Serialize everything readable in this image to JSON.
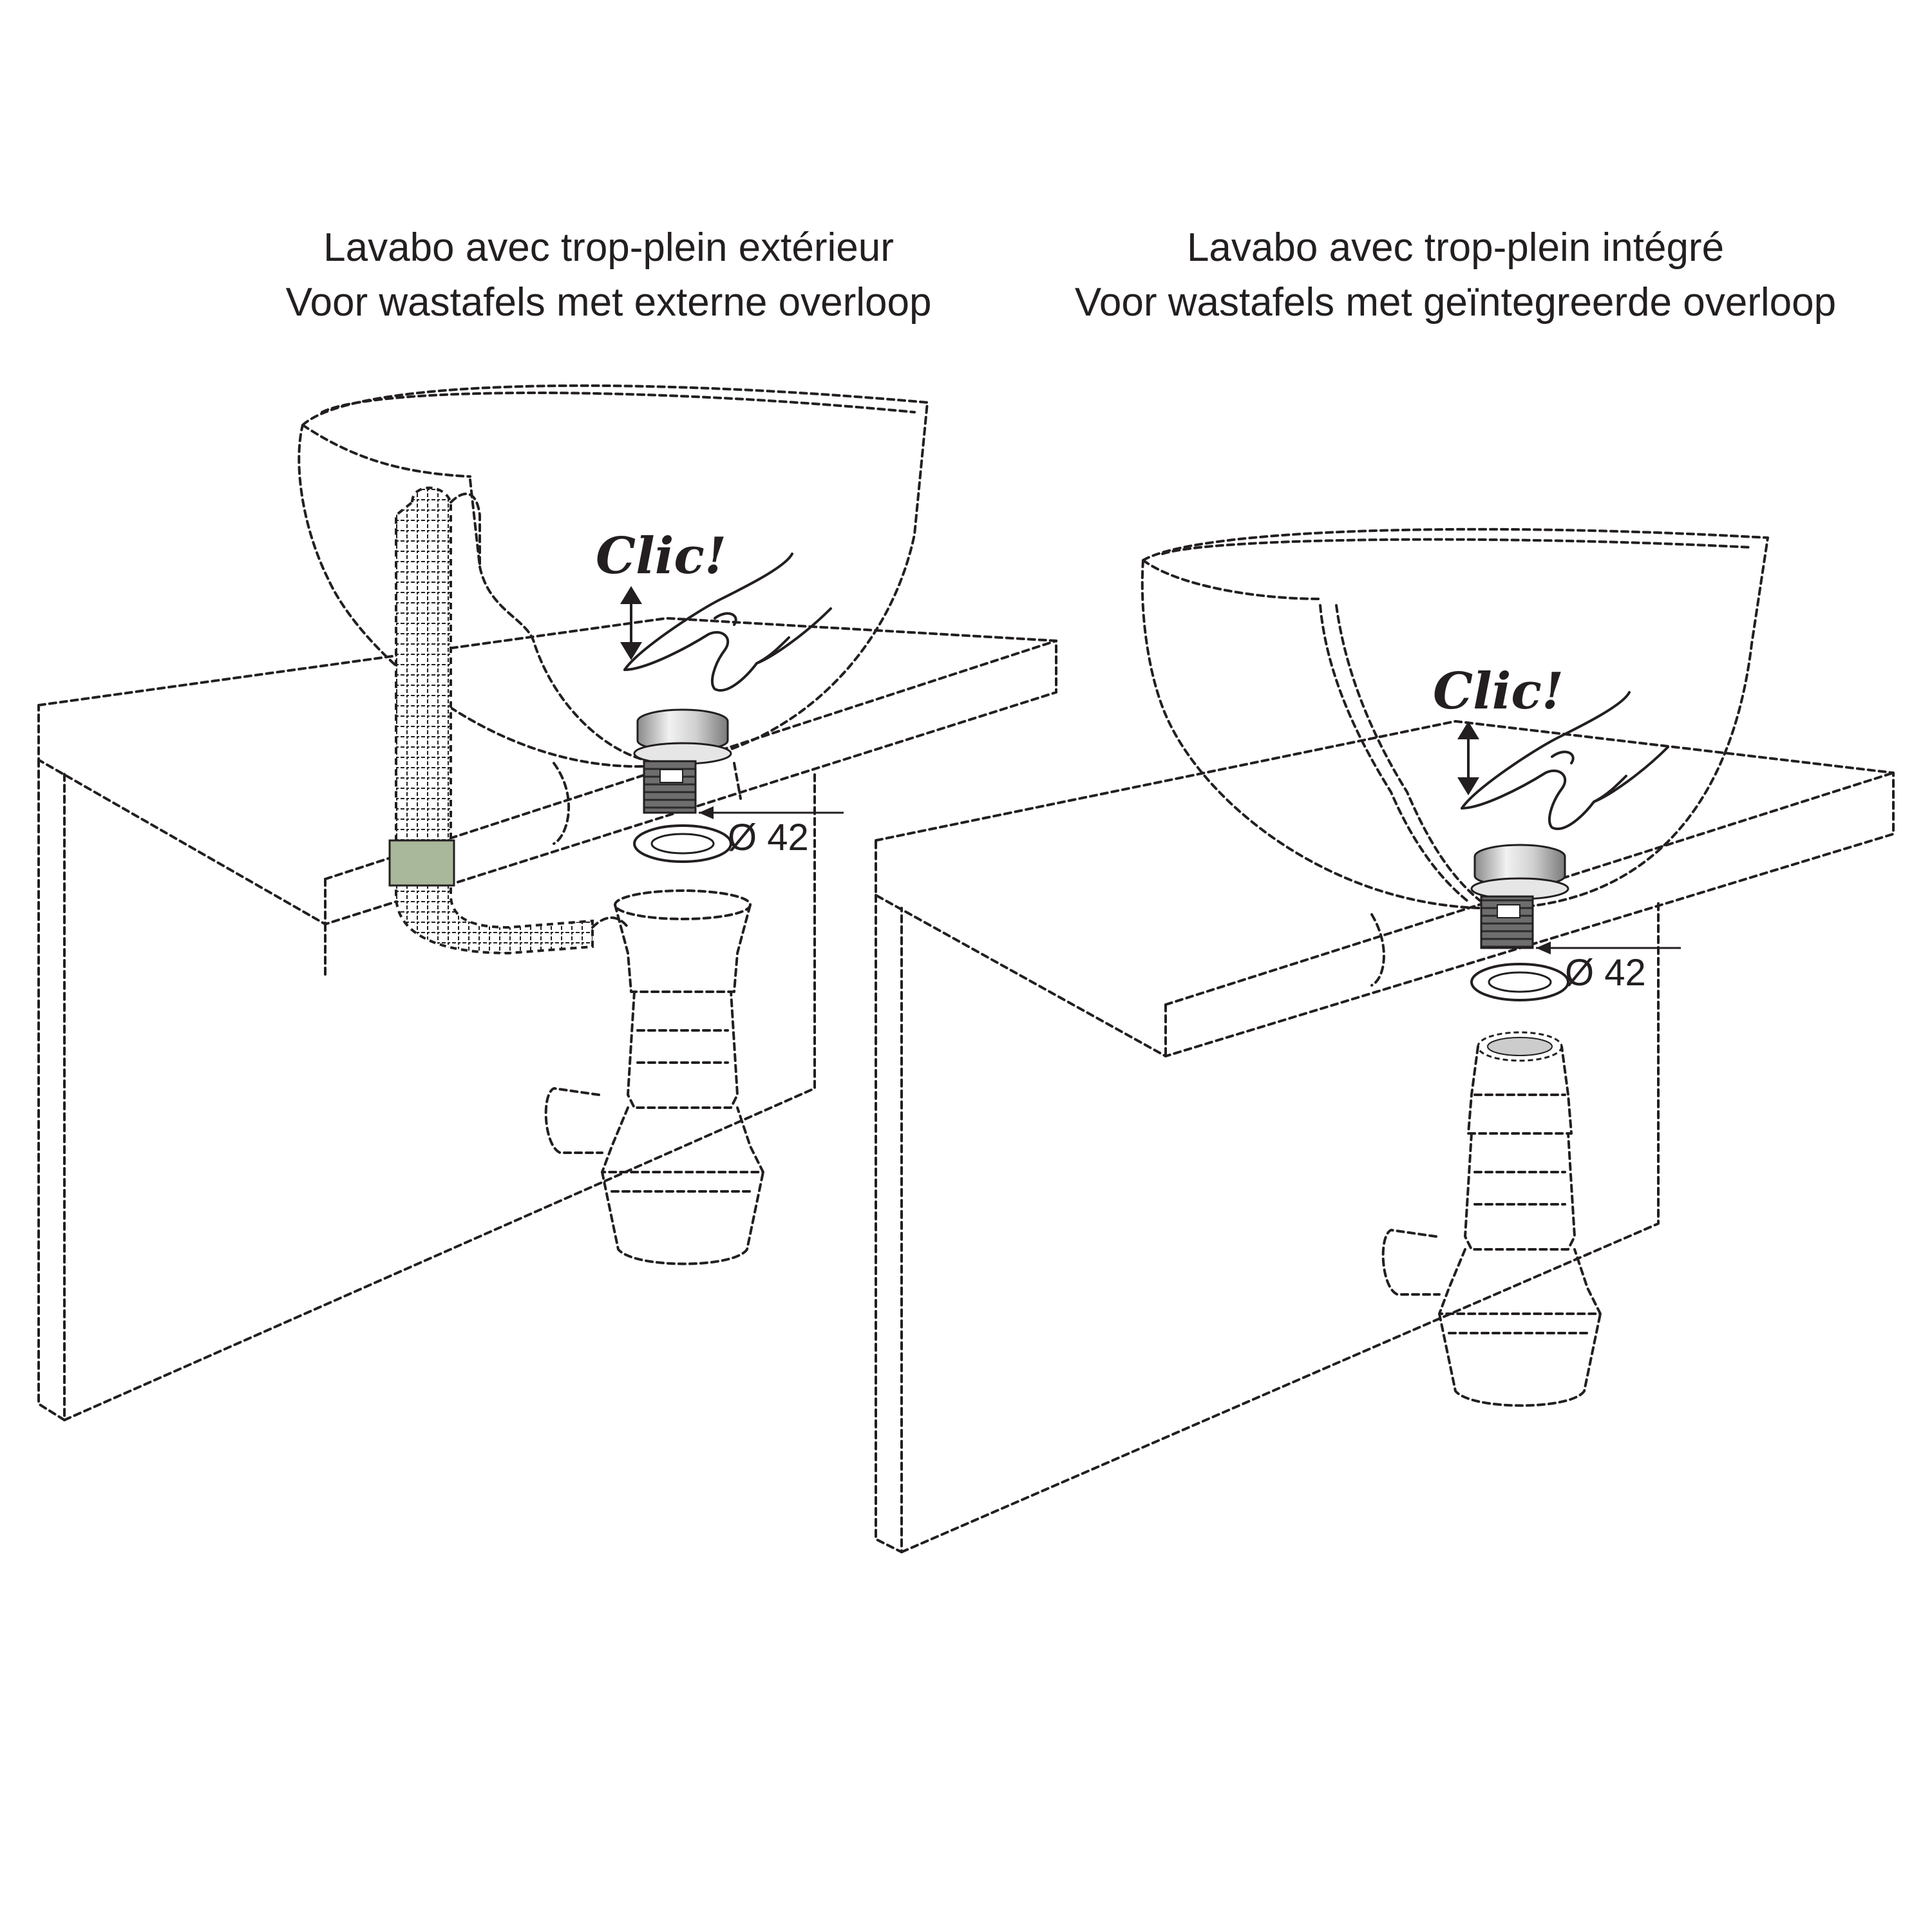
{
  "left_panel": {
    "title_fr": "Lavabo avec trop-plein extérieur",
    "title_nl": "Voor wastafels met externe overloop",
    "click_label": "Clic!",
    "diameter_label": "Ø 42"
  },
  "right_panel": {
    "title_fr": "Lavabo avec trop-plein intégré",
    "title_nl": "Voor wastafels met geïntegreerde overloop",
    "click_label": "Clic!",
    "diameter_label": "Ø 42"
  },
  "colors": {
    "line": "#231f20",
    "chrome_light": "#f2f2f2",
    "chrome_dark": "#8a8a8a",
    "seal_green": "#a9b79a"
  }
}
